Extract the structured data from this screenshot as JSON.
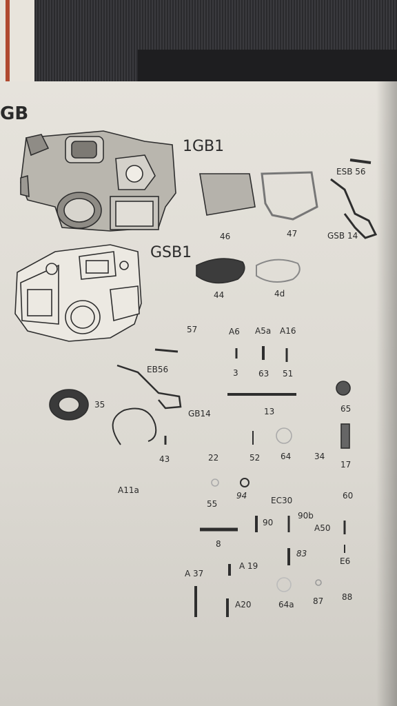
{
  "page": {
    "header": "GB"
  },
  "assemblies": {
    "upper_housing": "1GB1",
    "lower_housing": "GSB1"
  },
  "labels": {
    "esb56": "ESB 56",
    "gsb14": "GSB 14",
    "p46": "46",
    "p47": "47",
    "p44": "44",
    "p4d": "4d",
    "p57": "57",
    "a6": "A6",
    "a5a": "A5a",
    "a16": "A16",
    "eb56": "EB56",
    "p3": "3",
    "p63": "63",
    "p51": "51",
    "p35": "35",
    "gb14": "GB14",
    "p13": "13",
    "p65": "65",
    "p43": "43",
    "p22": "22",
    "p52": "52",
    "p64": "64",
    "p34": "34",
    "p17": "17",
    "a11a": "A11a",
    "p55": "55",
    "p94": "94",
    "ec30": "EC30",
    "p60": "60",
    "p90": "90",
    "p90b": "90b",
    "a50": "A50",
    "p8": "8",
    "p83": "83",
    "e6": "E6",
    "a37": "A 37",
    "a19": "A 19",
    "a20": "A20",
    "p64a": "64a",
    "p87": "87",
    "p88": "88"
  }
}
